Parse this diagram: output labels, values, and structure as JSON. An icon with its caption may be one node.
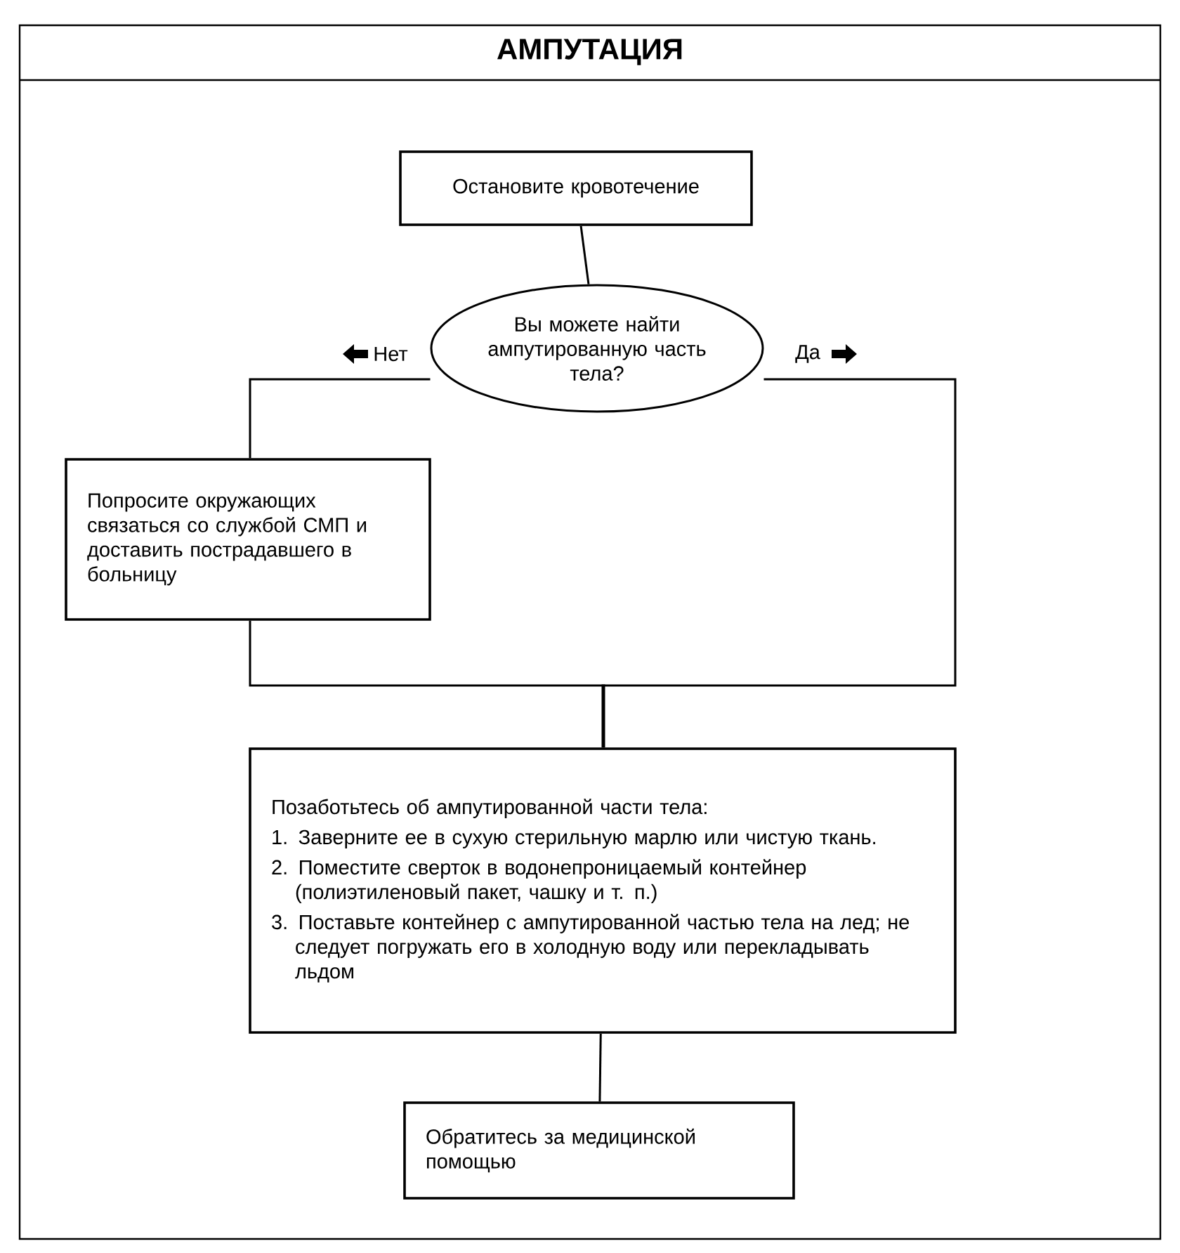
{
  "diagram": {
    "title": "АМПУТАЦИЯ",
    "nodes": [
      {
        "text": [
          "Остановите кровотечение"
        ]
      },
      {
        "text": [
          "Вы можете найти ампутированную часть тела?"
        ]
      },
      {
        "text": [
          "Попросите окружающих связаться со службой СМП и доставить пострадавшего в больницу"
        ]
      },
      {
        "text": [
          "Позаботьтесь об ампутированной части тела:",
          "1. Заверните ее в сухую стерильную марлю или чистую ткань.",
          "2. Поместите сверток в водонепроницаемый контейнер (полиэтиленовый пакет, чашку и т. п.)",
          "3. Поставьте контейнер с ампутированной частью тела на лед; не следует погружать его в холодную воду или перекладывать льдом"
        ]
      },
      {
        "text": [
          "Обратитесь за медицинской помощью"
        ]
      }
    ],
    "edges": [
      {
        "from": 0,
        "to": 1,
        "arrow": "none"
      },
      {
        "from": 1,
        "to": 2,
        "arrow": "none",
        "label": "Нет"
      },
      {
        "from": 1,
        "to": 3,
        "arrow": "none",
        "label": "Да"
      },
      {
        "from": 2,
        "to": 3,
        "arrow": "none"
      },
      {
        "from": 3,
        "to": 4,
        "arrow": "none"
      }
    ]
  }
}
